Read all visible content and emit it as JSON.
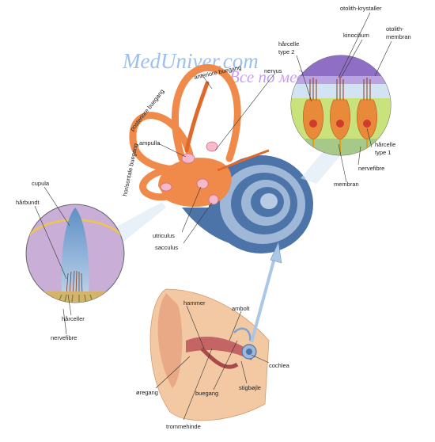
{
  "watermark": {
    "brand": "MedUniver.com",
    "tagline": "Все по медицине..."
  },
  "labels": {
    "otolith_krystaller": "otolith-krystaller",
    "kinocilium": "kinocilium",
    "otolith_membran_1": "otolith-",
    "otolith_membran_2": "membran",
    "harcelle_type2_1": "hårcelle",
    "harcelle_type2_2": "type 2",
    "harcelle_type1_1": "hårcelle",
    "harcelle_type1_2": "type 1",
    "nervefibre_top": "nervefibre",
    "membran": "membran",
    "anterior_buegang": "anteriore buegang",
    "nervus": "nervus",
    "posterior_buegang": "posteriore buegang",
    "ampulla": "ampulla",
    "horisontal_buegang": "horisontale buegang",
    "cupula": "cupula",
    "harbundt": "hårbundt",
    "harceller": "hårceller",
    "nervefibre_left": "nervefibre",
    "utriculus": "utriculus",
    "sacculus": "sacculus",
    "hammer": "hammer",
    "ambolt": "ambolt",
    "cochlea": "cochlea",
    "oregang": "øregang",
    "buegang": "buegang",
    "stigbojle": "stigbøjle",
    "trommehinde": "trommehinde"
  },
  "colors": {
    "labyrinth": "#f08a4b",
    "labyrinth_dark": "#e0692a",
    "cochlea_blue": "#4d74a8",
    "cochlea_light": "#9fb8d8",
    "cupula_blue": "#8fb3d9",
    "inset_purple": "#c9aed8",
    "otolith_purple": "#8f6fc6",
    "cell_orange": "#e98a3a",
    "ear_skin": "#f3c9a4",
    "arrow_blue": "#aac7e6"
  }
}
